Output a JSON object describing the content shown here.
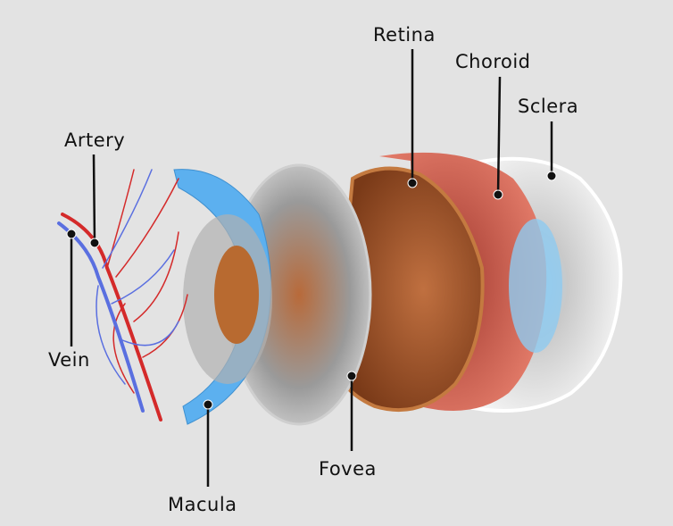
{
  "labels": {
    "retina": "Retina",
    "choroid": "Choroid",
    "sclera": "Sclera",
    "artery": "Artery",
    "vein": "Vein",
    "macula": "Macula",
    "fovea": "Fovea"
  },
  "colors": {
    "background": "#e3e3e3",
    "artery": "#d42a2a",
    "vein": "#5a6fe0",
    "macula_layer": "#5cb0ef",
    "retina_layer": "#a85a2a",
    "choroid_layer": "#c8584c",
    "sclera_layer": "#f2f2f2"
  }
}
